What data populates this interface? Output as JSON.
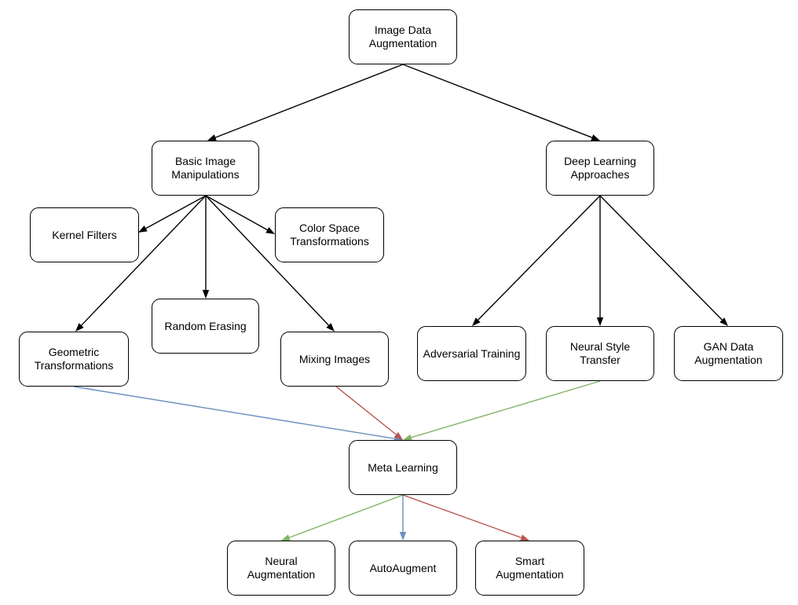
{
  "colors": {
    "line": "#000000",
    "blue": "#6c8ebf",
    "red": "#b85450",
    "green": "#82b366"
  },
  "nodes": {
    "root": "Image Data\nAugmentation",
    "basic": "Basic Image\nManipulations",
    "deep": "Deep Learning\nApproaches",
    "kernel": "Kernel Filters",
    "color": "Color Space\nTransformations",
    "erasing": "Random Erasing",
    "geometric": "Geometric\nTransformations",
    "mixing": "Mixing Images",
    "adversarial": "Adversarial Training",
    "style": "Neural Style Transfer",
    "gan": "GAN Data\nAugmentation",
    "meta": "Meta Learning",
    "neural_aug": "Neural Augmentation",
    "autoaugment": "AutoAugment",
    "smart_aug": "Smart Augmentation"
  },
  "edges": [
    {
      "from": "root",
      "to": "basic",
      "color": "line"
    },
    {
      "from": "root",
      "to": "deep",
      "color": "line"
    },
    {
      "from": "basic",
      "to": "kernel",
      "color": "line"
    },
    {
      "from": "basic",
      "to": "color",
      "color": "line"
    },
    {
      "from": "basic",
      "to": "geometric",
      "color": "line"
    },
    {
      "from": "basic",
      "to": "erasing",
      "color": "line"
    },
    {
      "from": "basic",
      "to": "mixing",
      "color": "line"
    },
    {
      "from": "deep",
      "to": "adversarial",
      "color": "line"
    },
    {
      "from": "deep",
      "to": "style",
      "color": "line"
    },
    {
      "from": "deep",
      "to": "gan",
      "color": "line"
    },
    {
      "from": "geometric",
      "to": "meta",
      "color": "blue"
    },
    {
      "from": "mixing",
      "to": "meta",
      "color": "red"
    },
    {
      "from": "style",
      "to": "meta",
      "color": "green"
    },
    {
      "from": "meta",
      "to": "neural_aug",
      "color": "green"
    },
    {
      "from": "meta",
      "to": "autoaugment",
      "color": "blue"
    },
    {
      "from": "meta",
      "to": "smart_aug",
      "color": "red"
    }
  ]
}
